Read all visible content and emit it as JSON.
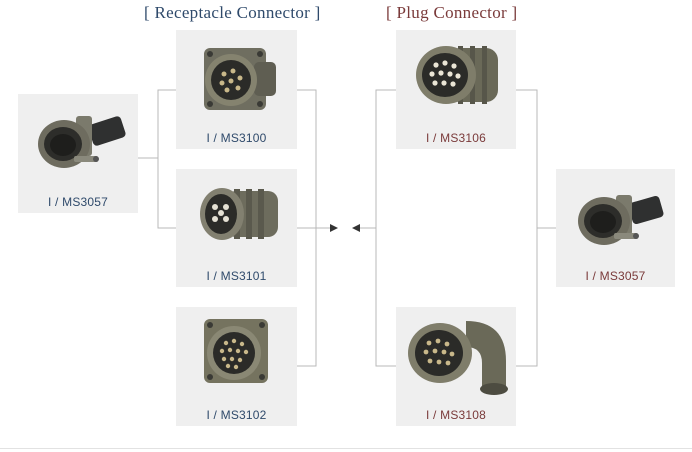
{
  "headings": {
    "receptacle": "[ Receptacle Connector ]",
    "plug": "[ Plug Connector ]"
  },
  "receptacle_products": [
    {
      "label": "I / MS3100"
    },
    {
      "label": "I / MS3101"
    },
    {
      "label": "I / MS3102"
    }
  ],
  "plug_products": [
    {
      "label": "I / MS3106"
    },
    {
      "label": "I / MS3108"
    }
  ],
  "left_adapter": {
    "label": "I / MS3057"
  },
  "right_adapter": {
    "label": "I / MS3057"
  },
  "colors": {
    "receptacle_text": "#2f4a6b",
    "plug_text": "#7a3a3a",
    "card_bg": "#efefef",
    "connector_line": "#b9b9b9"
  }
}
